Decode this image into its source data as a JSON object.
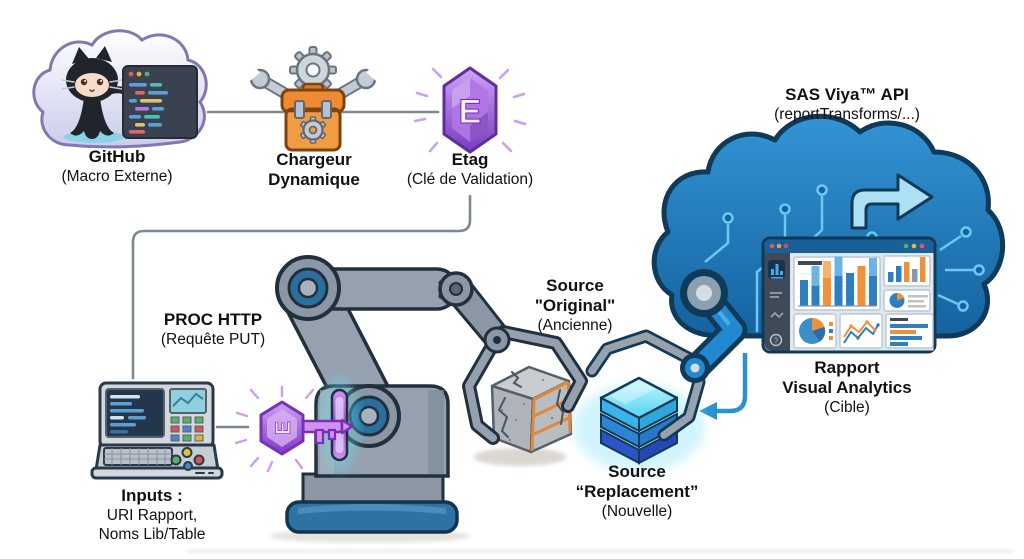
{
  "labels": {
    "github": {
      "title": "GitHub",
      "subtitle": "(Macro Externe)"
    },
    "loader": {
      "line1": "Chargeur",
      "line2": "Dynamique"
    },
    "etag": {
      "title": "Etag",
      "subtitle": "(Clé de Validation)"
    },
    "sas_api": {
      "title": "SAS Viya™ API",
      "subtitle": "(reportTransforms/...)"
    },
    "report": {
      "line1": "Rapport",
      "line2": "Visual Analytics",
      "subtitle": "(Cible)"
    },
    "proc_http": {
      "title": "PROC HTTP",
      "subtitle": "(Requête PUT)"
    },
    "inputs": {
      "title": "Inputs :",
      "line1": "URI Rapport,",
      "line2": "Noms Lib/Table"
    },
    "source_original": {
      "line1": "Source",
      "line2": "\"Original\"",
      "subtitle": "(Ancienne)"
    },
    "source_replacement": {
      "line1": "Source",
      "line2": "“Replacement”",
      "subtitle": "(Nouvelle)"
    }
  },
  "icons": {
    "etag_gem_letter": "E",
    "key_letter": "E",
    "help_glyph": "?"
  },
  "colors": {
    "connector_gray": "#7e8894",
    "arrow_blue": "#2a93cf",
    "cloud_blue": "#1e78bc",
    "cloud_outline": "#0f3a58",
    "github_cloud_outline": "#8278b0",
    "toolbox_orange": "#f19b43",
    "gem_purple": "#9b4fd0",
    "robot_gray": "#95a1ae",
    "robot_joint_blue": "#2a6f9e",
    "chart_blue": "#2d7fc1",
    "chart_orange": "#f09038",
    "replacement_cube_cyan": "#55d4f2"
  }
}
